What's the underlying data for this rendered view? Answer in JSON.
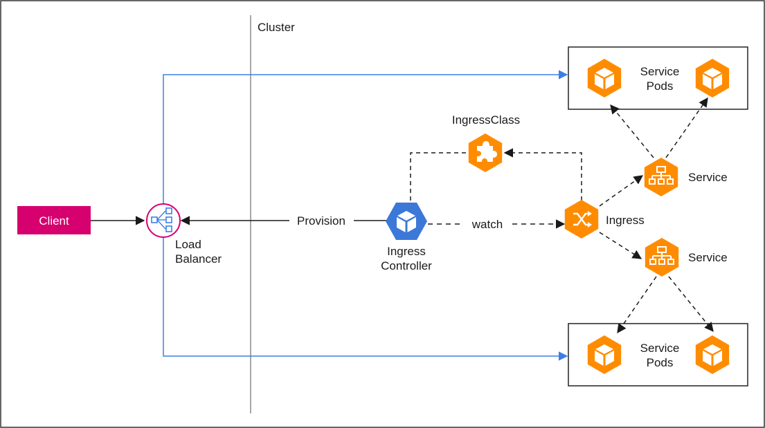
{
  "cluster_label": "Cluster",
  "client_label": "Client",
  "load_balancer": {
    "line1": "Load",
    "line2": "Balancer"
  },
  "provision_label": "Provision",
  "watch_label": "watch",
  "ingress_controller": {
    "line1": "Ingress",
    "line2": "Controller"
  },
  "ingress_class_label": "IngressClass",
  "ingress_label": "Ingress",
  "service_top_label": "Service",
  "service_bottom_label": "Service",
  "pods_top": {
    "line1": "Service",
    "line2": "Pods"
  },
  "pods_bottom": {
    "line1": "Service",
    "line2": "Pods"
  },
  "colors": {
    "client": "#d6006e",
    "orange": "#ff8c00",
    "blue": "#3b78d8",
    "arrow_blue": "#3c7ee6",
    "load_balancer": "#d6006e"
  },
  "icons": {
    "load_balancer": "load-balancer-icon",
    "ingress_controller": "cube-icon",
    "ingress_class": "puzzle-icon",
    "ingress": "shuffle-icon",
    "service": "hierarchy-icon",
    "pod": "cube-icon"
  }
}
